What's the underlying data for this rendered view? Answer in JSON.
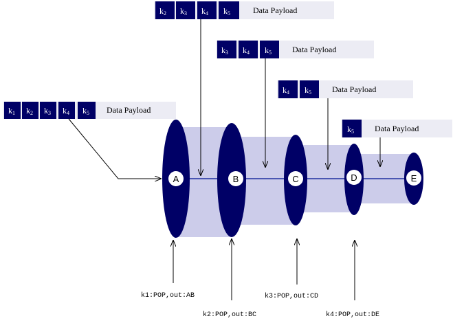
{
  "packets": [
    {
      "keys": [
        {
          "k": "k",
          "n": "1"
        },
        {
          "k": "k",
          "n": "2"
        },
        {
          "k": "k",
          "n": "3"
        },
        {
          "k": "k",
          "n": "4"
        },
        {
          "k": "k",
          "n": "5"
        }
      ],
      "payload": "Data Payload"
    },
    {
      "keys": [
        {
          "k": "k",
          "n": "2"
        },
        {
          "k": "k",
          "n": "3"
        },
        {
          "k": "k",
          "n": "4"
        },
        {
          "k": "k",
          "n": "5"
        }
      ],
      "payload": "Data Payload"
    },
    {
      "keys": [
        {
          "k": "k",
          "n": "3"
        },
        {
          "k": "k",
          "n": "4"
        },
        {
          "k": "k",
          "n": "5"
        }
      ],
      "payload": "Data Payload"
    },
    {
      "keys": [
        {
          "k": "k",
          "n": "4"
        },
        {
          "k": "k",
          "n": "5"
        }
      ],
      "payload": "Data Payload"
    },
    {
      "keys": [
        {
          "k": "k",
          "n": "5"
        }
      ],
      "payload": "Data Payload"
    }
  ],
  "nodes": [
    "A",
    "B",
    "C",
    "D",
    "E"
  ],
  "operations": [
    "k1:POP,out:AB",
    "k2:POP,out:BC",
    "k3:POP,out:CD",
    "k4:POP,out:DE"
  ],
  "colors": {
    "node": "#000066",
    "tube": "#ccccea",
    "payload_bg": "#ececf4",
    "link": "#1f2f9f"
  }
}
